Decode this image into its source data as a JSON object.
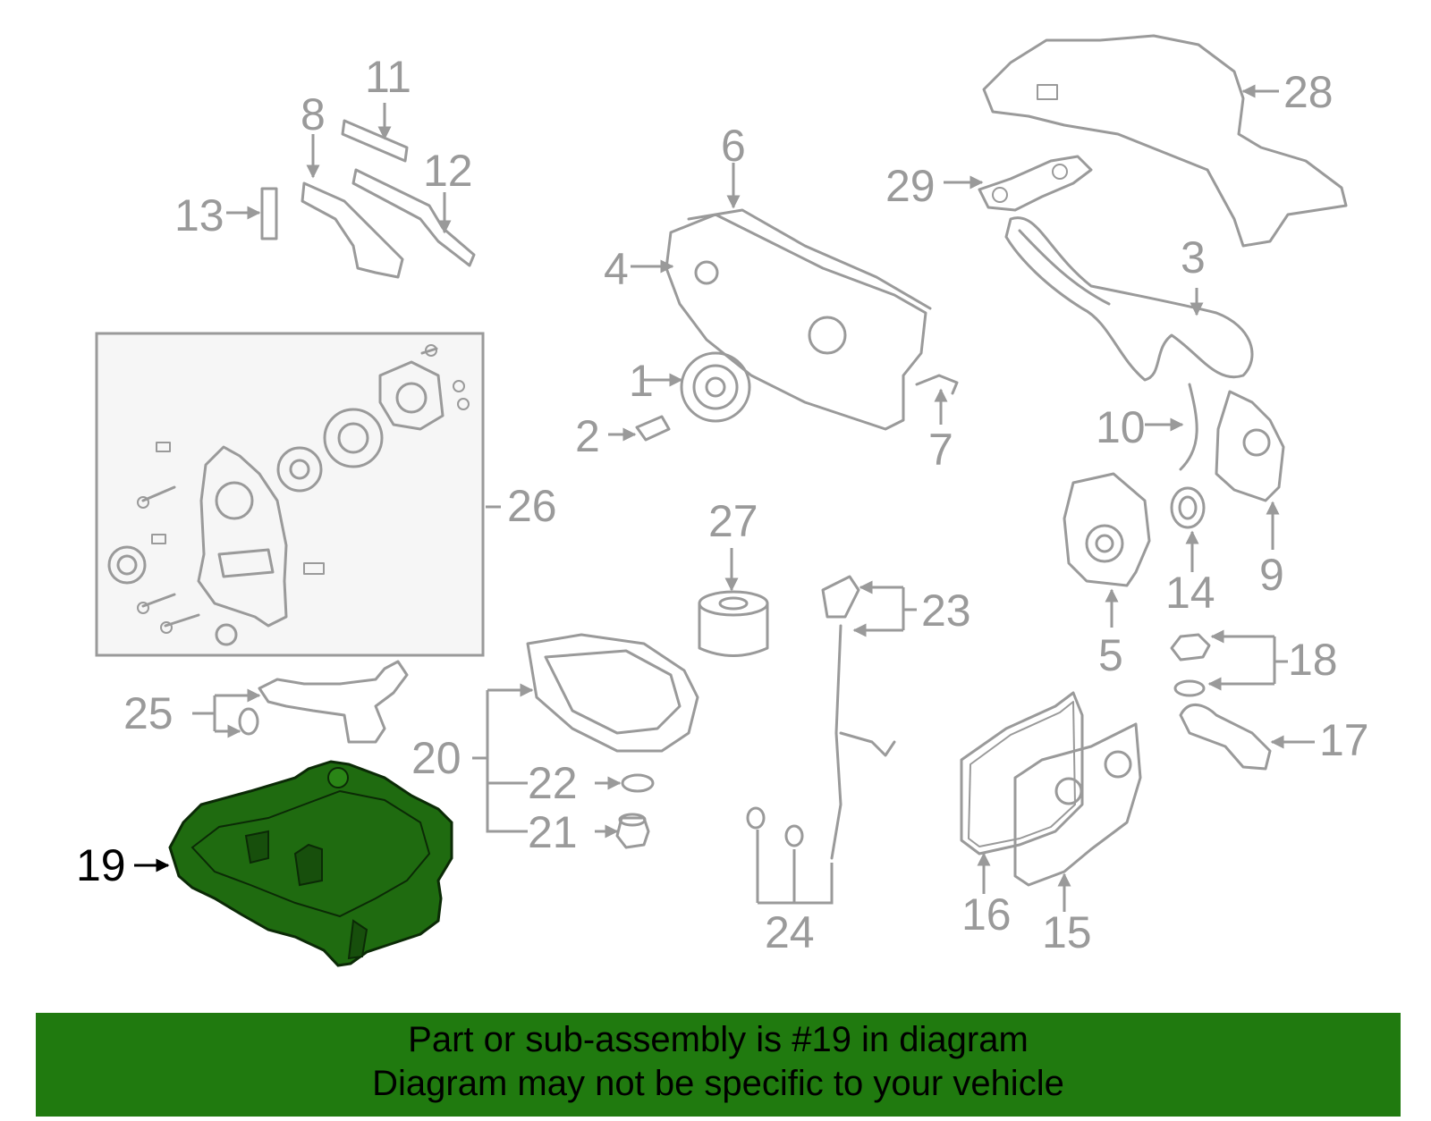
{
  "diagram": {
    "highlighted_part": "19",
    "callouts": [
      "1",
      "2",
      "3",
      "4",
      "5",
      "6",
      "7",
      "8",
      "9",
      "10",
      "11",
      "12",
      "13",
      "14",
      "15",
      "16",
      "17",
      "18",
      "19",
      "20",
      "21",
      "22",
      "23",
      "24",
      "25",
      "26",
      "27",
      "28",
      "29"
    ]
  },
  "banner": {
    "line1": "Part or sub-assembly is #19 in diagram",
    "line2": "Diagram may not be specific to your vehicle"
  },
  "colors": {
    "highlight": "#1f6b10",
    "highlight_outline": "#0b2a06",
    "banner_bg": "#207a0f",
    "part_gray": "#9a9a9a",
    "subassembly_box_bg": "#f6f6f6"
  }
}
